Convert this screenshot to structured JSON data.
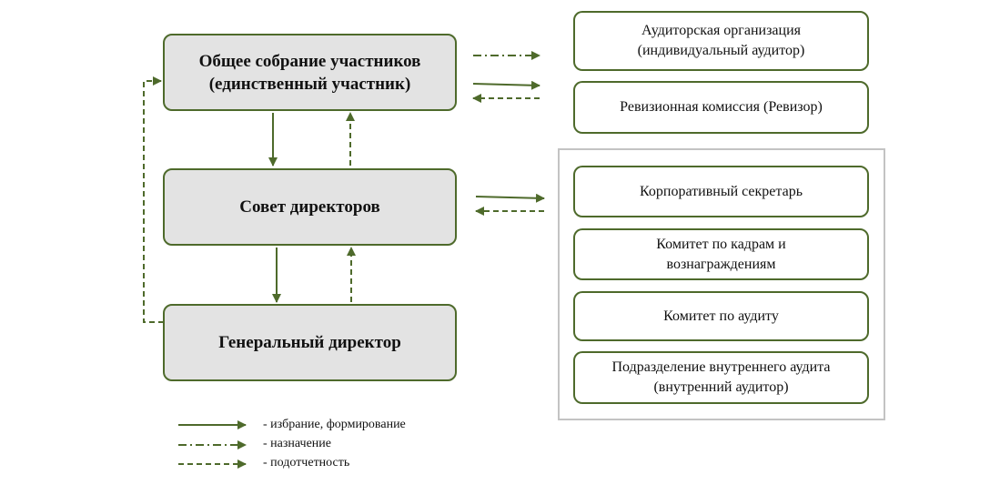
{
  "bodies": {
    "general_meeting": [
      "Общее собрание участников",
      "(единственный участник)"
    ],
    "board": [
      "Совет директоров"
    ],
    "director": [
      "Генеральный директор"
    ]
  },
  "external": {
    "auditor": [
      "Аудиторская организация",
      "(индивидуальный аудитор)"
    ],
    "revision": [
      "Ревизионная комиссия (Ревизор)"
    ]
  },
  "board_units": {
    "secretary": [
      "Корпоративный секретарь"
    ],
    "hr_committee": [
      "Комитет по кадрам и",
      "вознаграждениям"
    ],
    "audit_committee": [
      "Комитет по аудиту"
    ],
    "internal_audit": [
      "Подразделение внутреннего аудита",
      "(внутренний аудитор)"
    ]
  },
  "legend": {
    "election": "- избрание, формирование",
    "appointment": "- назначение",
    "accountability": "- подотчетность"
  },
  "colors": {
    "line": "#4e6a2b",
    "box_fill": "#e3e3e3",
    "group_border": "#c3c3c3"
  }
}
